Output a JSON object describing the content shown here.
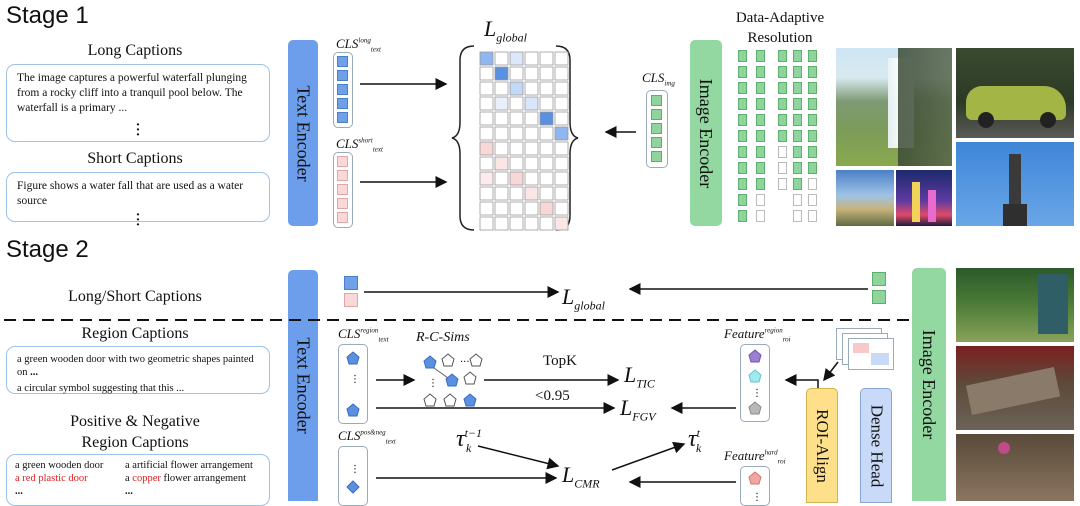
{
  "stage1": {
    "title": "Stage 1",
    "long_captions_heading": "Long Captions",
    "long_caption_text": "The image captures a powerful waterfall plunging from a rocky cliff into a tranquil pool below. The waterfall is a primary ...",
    "short_captions_heading": "Short Captions",
    "short_caption_text": "Figure shows a water fall that are used as a water source",
    "text_encoder_label": "Text Encoder",
    "cls_long": {
      "base": "CLS",
      "sup": "long",
      "sub": "text"
    },
    "cls_short": {
      "base": "CLS",
      "sup": "short",
      "sub": "text"
    },
    "cls_img": {
      "base": "CLS",
      "sub": "img"
    },
    "loss": {
      "base": "L",
      "sub": "global"
    },
    "image_encoder_label": "Image Encoder",
    "resolution_title_line1": "Data-Adaptive",
    "resolution_title_line2": "Resolution"
  },
  "stage2": {
    "title": "Stage 2",
    "long_short_heading": "Long/Short Captions",
    "loss_global": {
      "base": "L",
      "sub": "global"
    },
    "region_heading": "Region Captions",
    "region_text_1": "a green wooden door with two geometric shapes painted on",
    "region_text_1_ellipsis": "...",
    "region_text_2": "a circular symbol suggesting that this ...",
    "posneg_heading_1": "Positive & Negative",
    "posneg_heading_2": "Region Captions",
    "posneg_left_1": "a green wooden door",
    "posneg_left_2_red": "a red plastic door",
    "posneg_right_1": "a artificial flower arrangement",
    "posneg_right_2_prefix": "a ",
    "posneg_right_2_red": "copper",
    "posneg_right_2_suffix": " flower arrangement",
    "posneg_ellipsis": "...",
    "text_encoder_label": "Text Encoder",
    "cls_region": {
      "base": "CLS",
      "sup": "region",
      "sub": "text"
    },
    "cls_posneg": {
      "base": "CLS",
      "sup": "pos&neg",
      "sub": "text"
    },
    "rcsims": "R-C-Sims",
    "topk": "TopK",
    "threshold": "<0.95",
    "loss_tic": {
      "base": "L",
      "sub": "TIC"
    },
    "loss_fgv": {
      "base": "L",
      "sub": "FGV"
    },
    "loss_cmr": {
      "base": "L",
      "sub": "CMR"
    },
    "tau_left": {
      "base": "τ",
      "sup": "t−1",
      "sub": "k"
    },
    "tau_right": {
      "base": "τ",
      "sup": "t",
      "sub": "k"
    },
    "feature_region": {
      "base": "Feature",
      "sup": "region",
      "sub": "roi"
    },
    "feature_hard": {
      "base": "Feature",
      "sup": "hard",
      "sub": "roi"
    },
    "roi_align_label": "ROI-Align",
    "dense_head_label": "Dense Head",
    "image_encoder_label": "Image Encoder"
  },
  "colors": {
    "text_encoder": "#6d9eeb",
    "image_encoder": "#93d7a1",
    "roi_align": "#ffe08a",
    "dense_head": "#c9daf8",
    "caption_border": "#9ec3e6",
    "negative_word": "#e02020"
  }
}
